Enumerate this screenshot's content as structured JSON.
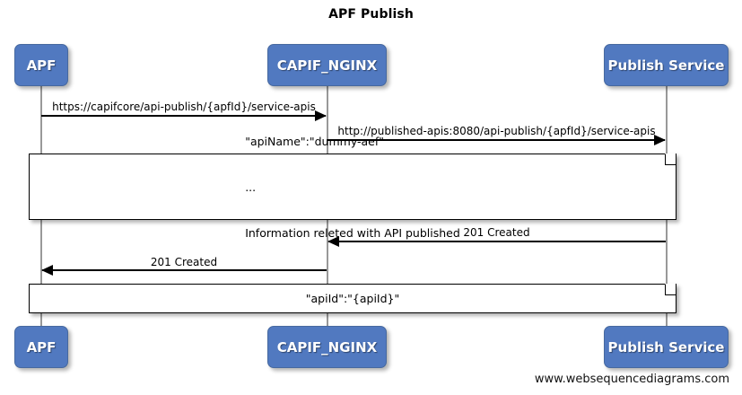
{
  "diagram": {
    "title": "APF Publish",
    "watermark": "www.websequencediagrams.com",
    "accent_color": "#5179C0",
    "line_color": "#000000",
    "lifeline_color": "#999999",
    "background": "#ffffff"
  },
  "participants": [
    {
      "id": "apf",
      "label": "APF"
    },
    {
      "id": "capif_nginx",
      "label": "CAPIF_NGINX"
    },
    {
      "id": "publish_service",
      "label": "Publish Service"
    }
  ],
  "participants_bottom": [
    {
      "id": "apf",
      "label": "APF"
    },
    {
      "id": "capif_nginx",
      "label": "CAPIF_NGINX"
    },
    {
      "id": "publish_service",
      "label": "Publish Service"
    }
  ],
  "messages": [
    {
      "id": "msg1",
      "from": "apf",
      "to": "capif_nginx",
      "direction": "right",
      "label": "https://capifcore/api-publish/{apfId}/service-apis"
    },
    {
      "id": "msg2",
      "from": "capif_nginx",
      "to": "publish_service",
      "direction": "right",
      "label": "http://published-apis:8080/api-publish/{apfId}/service-apis"
    },
    {
      "id": "msg3",
      "from": "publish_service",
      "to": "capif_nginx",
      "direction": "left",
      "label": "201 Created"
    },
    {
      "id": "msg4",
      "from": "capif_nginx",
      "to": "apf",
      "direction": "left",
      "label": "201 Created"
    }
  ],
  "notes": [
    {
      "id": "note1",
      "lines": [
        "\"apiName\":\"dummy-aef\"",
        "...",
        "Information releted with API published"
      ]
    },
    {
      "id": "note2",
      "lines": [
        "\"apiId\":\"{apiId}\""
      ]
    }
  ]
}
